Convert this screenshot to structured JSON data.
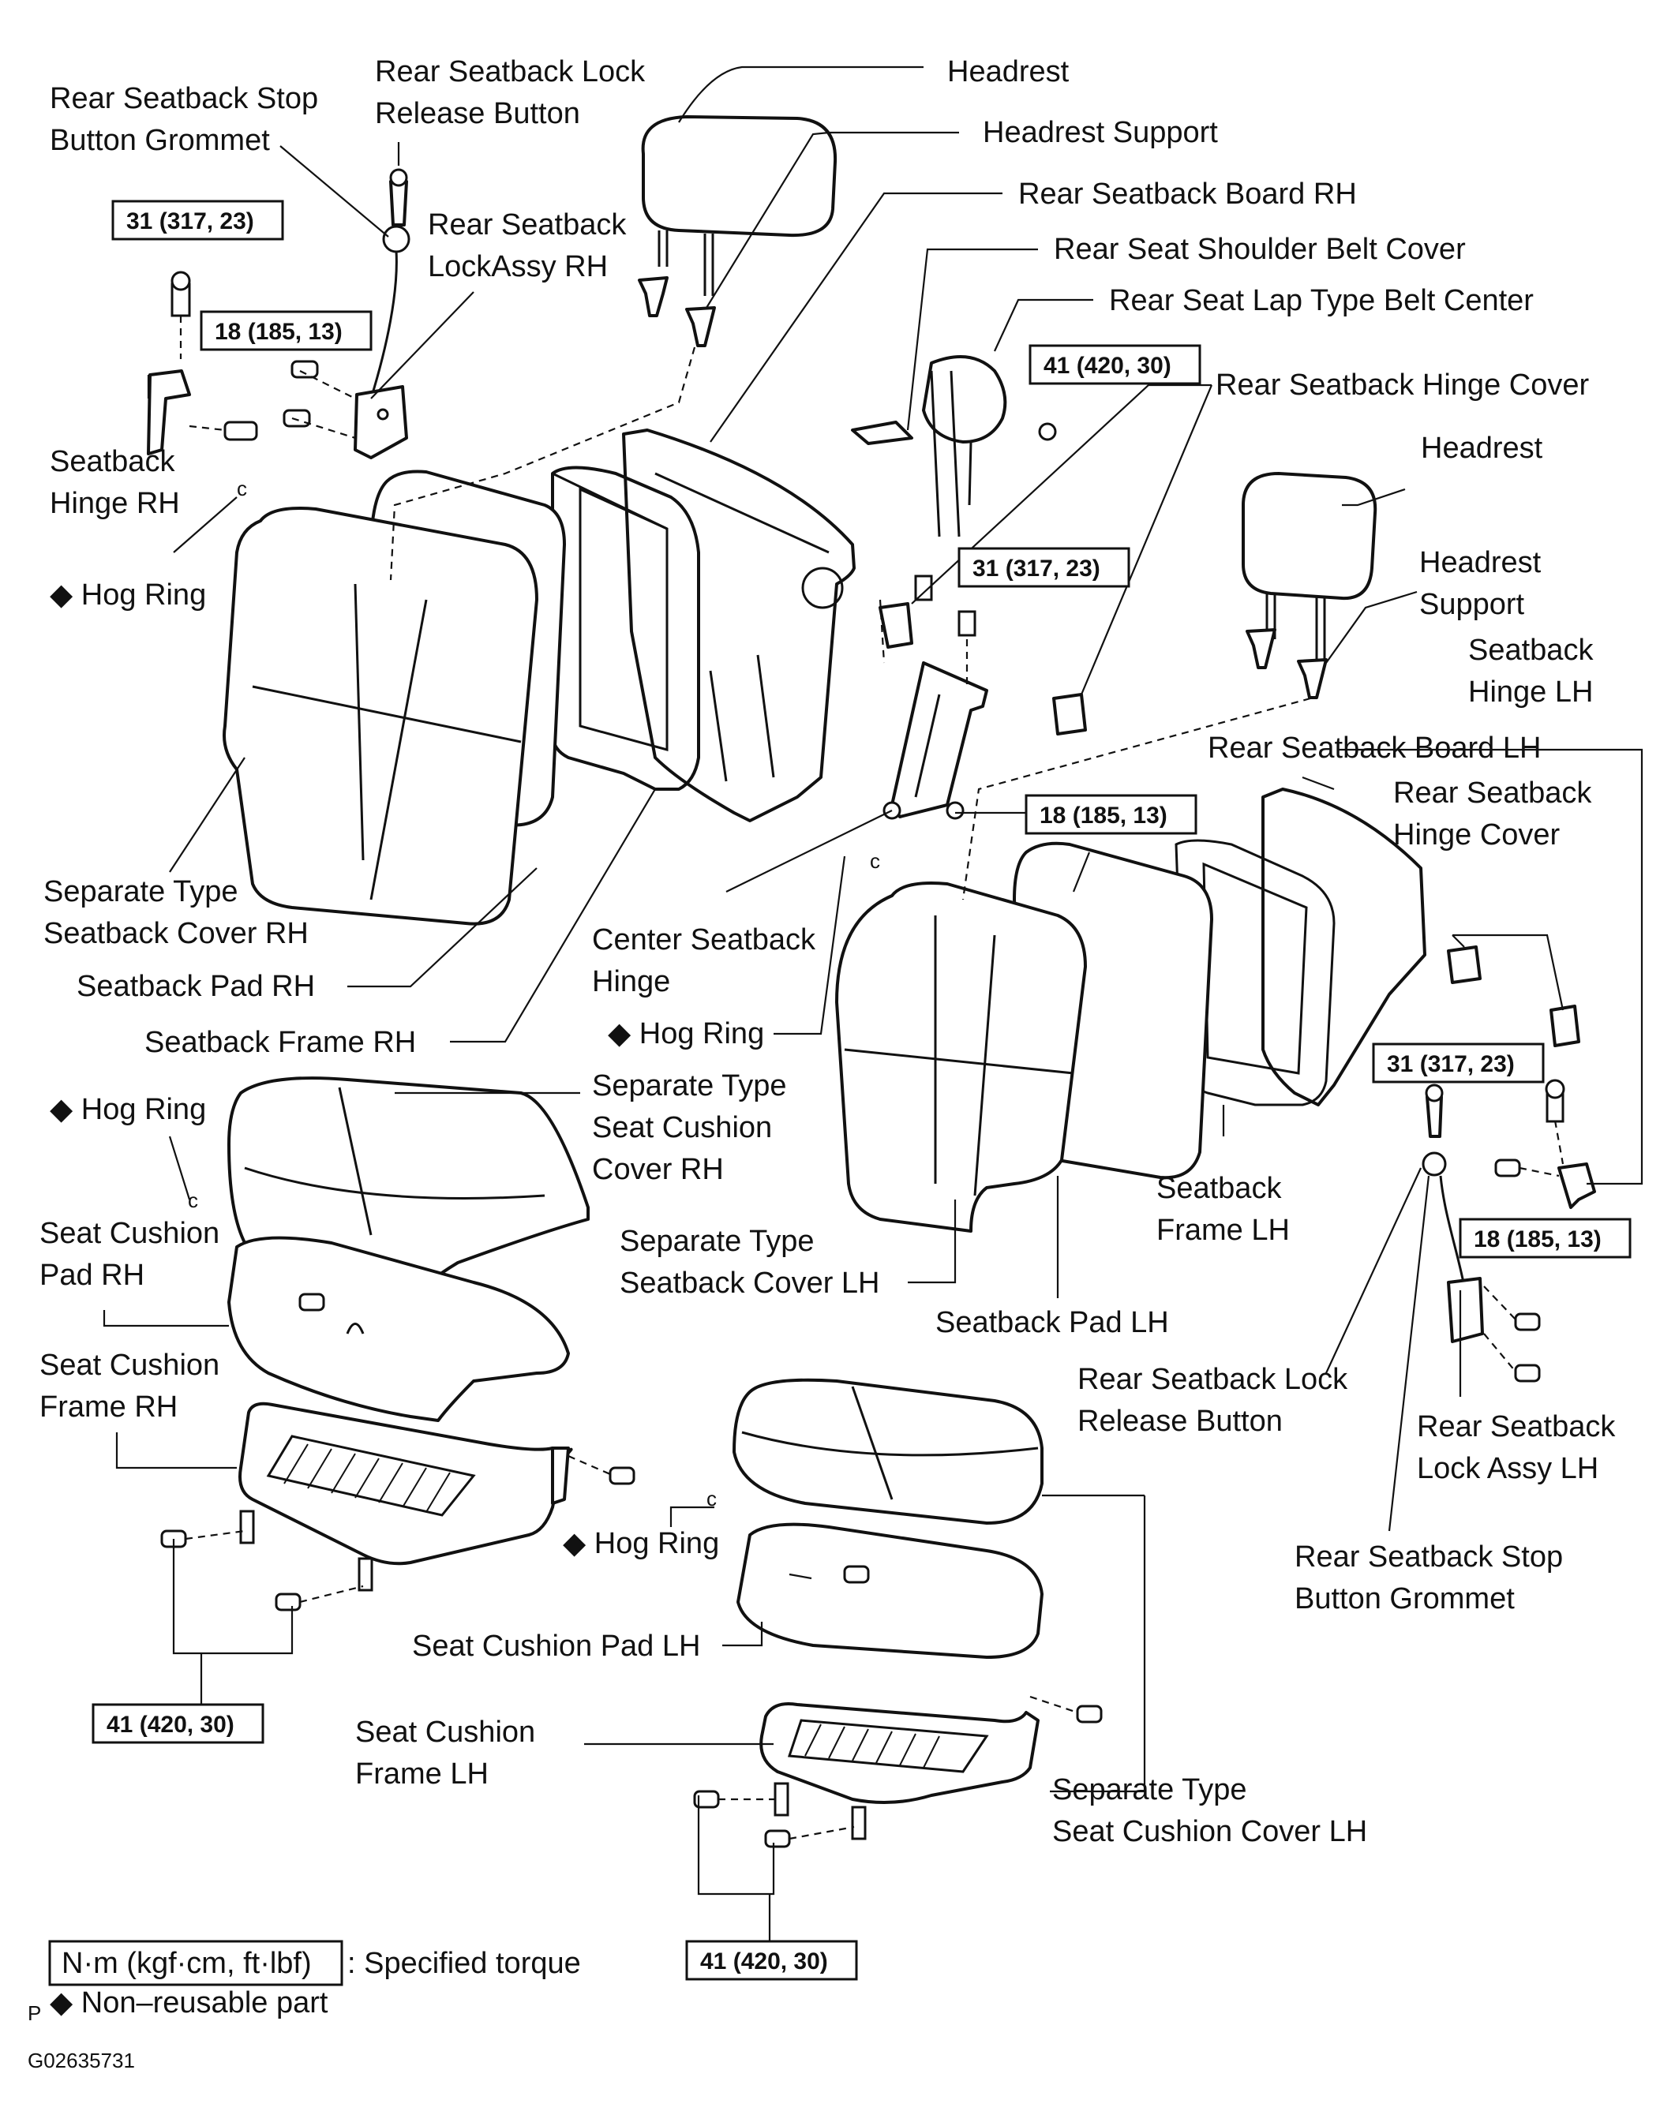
{
  "labels": {
    "rear_seatback_stop_button_grommet_rh": [
      "Rear Seatback Stop",
      "Button Grommet"
    ],
    "rear_seatback_lock_release_button_rh": [
      "Rear Seatback Lock",
      "Release Button"
    ],
    "rear_seatback_lock_assy_rh": [
      "Rear Seatback",
      "LockAssy RH"
    ],
    "headrest_rh": "Headrest",
    "headrest_support_rh": "Headrest Support",
    "rear_seatback_board_rh": "Rear Seatback Board RH",
    "rear_seat_shoulder_belt_cover": "Rear Seat Shoulder Belt Cover",
    "rear_seat_lap_type_belt_center": "Rear Seat Lap Type Belt Center",
    "rear_seatback_hinge_cover": "Rear Seatback Hinge Cover",
    "headrest_lh": "Headrest",
    "headrest_support_lh": [
      "Headrest",
      "Support"
    ],
    "seatback_hinge_lh": [
      "Seatback",
      "Hinge LH"
    ],
    "seatback_hinge_rh": [
      "Seatback",
      "Hinge RH"
    ],
    "hog_ring_1": "◆ Hog Ring",
    "rear_seatback_board_lh": "Rear Seatback Board LH",
    "rear_seatback_hinge_cover_lh": [
      "Rear Seatback",
      "Hinge Cover"
    ],
    "separate_type_seatback_cover_rh": [
      "Separate Type",
      "Seatback Cover RH"
    ],
    "center_seatback_hinge": [
      "Center Seatback",
      "Hinge"
    ],
    "seatback_pad_rh": "Seatback Pad RH",
    "hog_ring_2": "◆ Hog Ring",
    "seatback_frame_rh": "Seatback Frame RH",
    "hog_ring_3": "◆ Hog Ring",
    "separate_type_seat_cushion_cover_rh": [
      "Separate Type",
      "Seat Cushion",
      "Cover RH"
    ],
    "seat_cushion_pad_rh": [
      "Seat Cushion",
      "Pad RH"
    ],
    "seatback_frame_lh": [
      "Seatback",
      "Frame LH"
    ],
    "separate_type_seatback_cover_lh": [
      "Separate Type",
      "Seatback Cover LH"
    ],
    "seatback_pad_lh": "Seatback Pad LH",
    "seat_cushion_frame_rh": [
      "Seat Cushion",
      "Frame RH"
    ],
    "rear_seatback_lock_release_button_lh": [
      "Rear Seatback Lock",
      "Release Button"
    ],
    "rear_seatback_lock_assy_lh": [
      "Rear Seatback",
      "Lock Assy LH"
    ],
    "hog_ring_4": "◆ Hog Ring",
    "rear_seatback_stop_button_grommet_lh": [
      "Rear Seatback Stop",
      "Button Grommet"
    ],
    "seat_cushion_pad_lh": "Seat Cushion Pad LH",
    "seat_cushion_frame_lh": [
      "Seat Cushion",
      "Frame LH"
    ],
    "separate_type_seat_cushion_cover_lh": [
      "Separate Type",
      "Seat Cushion Cover LH"
    ]
  },
  "torque_values": {
    "t1": "31 (317, 23)",
    "t2": "18 (185, 13)",
    "t3": "41 (420, 30)",
    "t4": "31 (317, 23)",
    "t5": "18 (185, 13)",
    "t6": "31 (317, 23)",
    "t7": "18 (185, 13)",
    "t8": "41 (420, 30)",
    "t9": "41 (420, 30)"
  },
  "legend": {
    "torque_units_box": "N·m (kgf·cm, ft·lbf)",
    "torque_desc": ": Specified torque",
    "non_reusable": "◆ Non–reusable part",
    "p_mark": "P"
  },
  "hog_ring_glyph": "c",
  "figure_id": "G02635731"
}
